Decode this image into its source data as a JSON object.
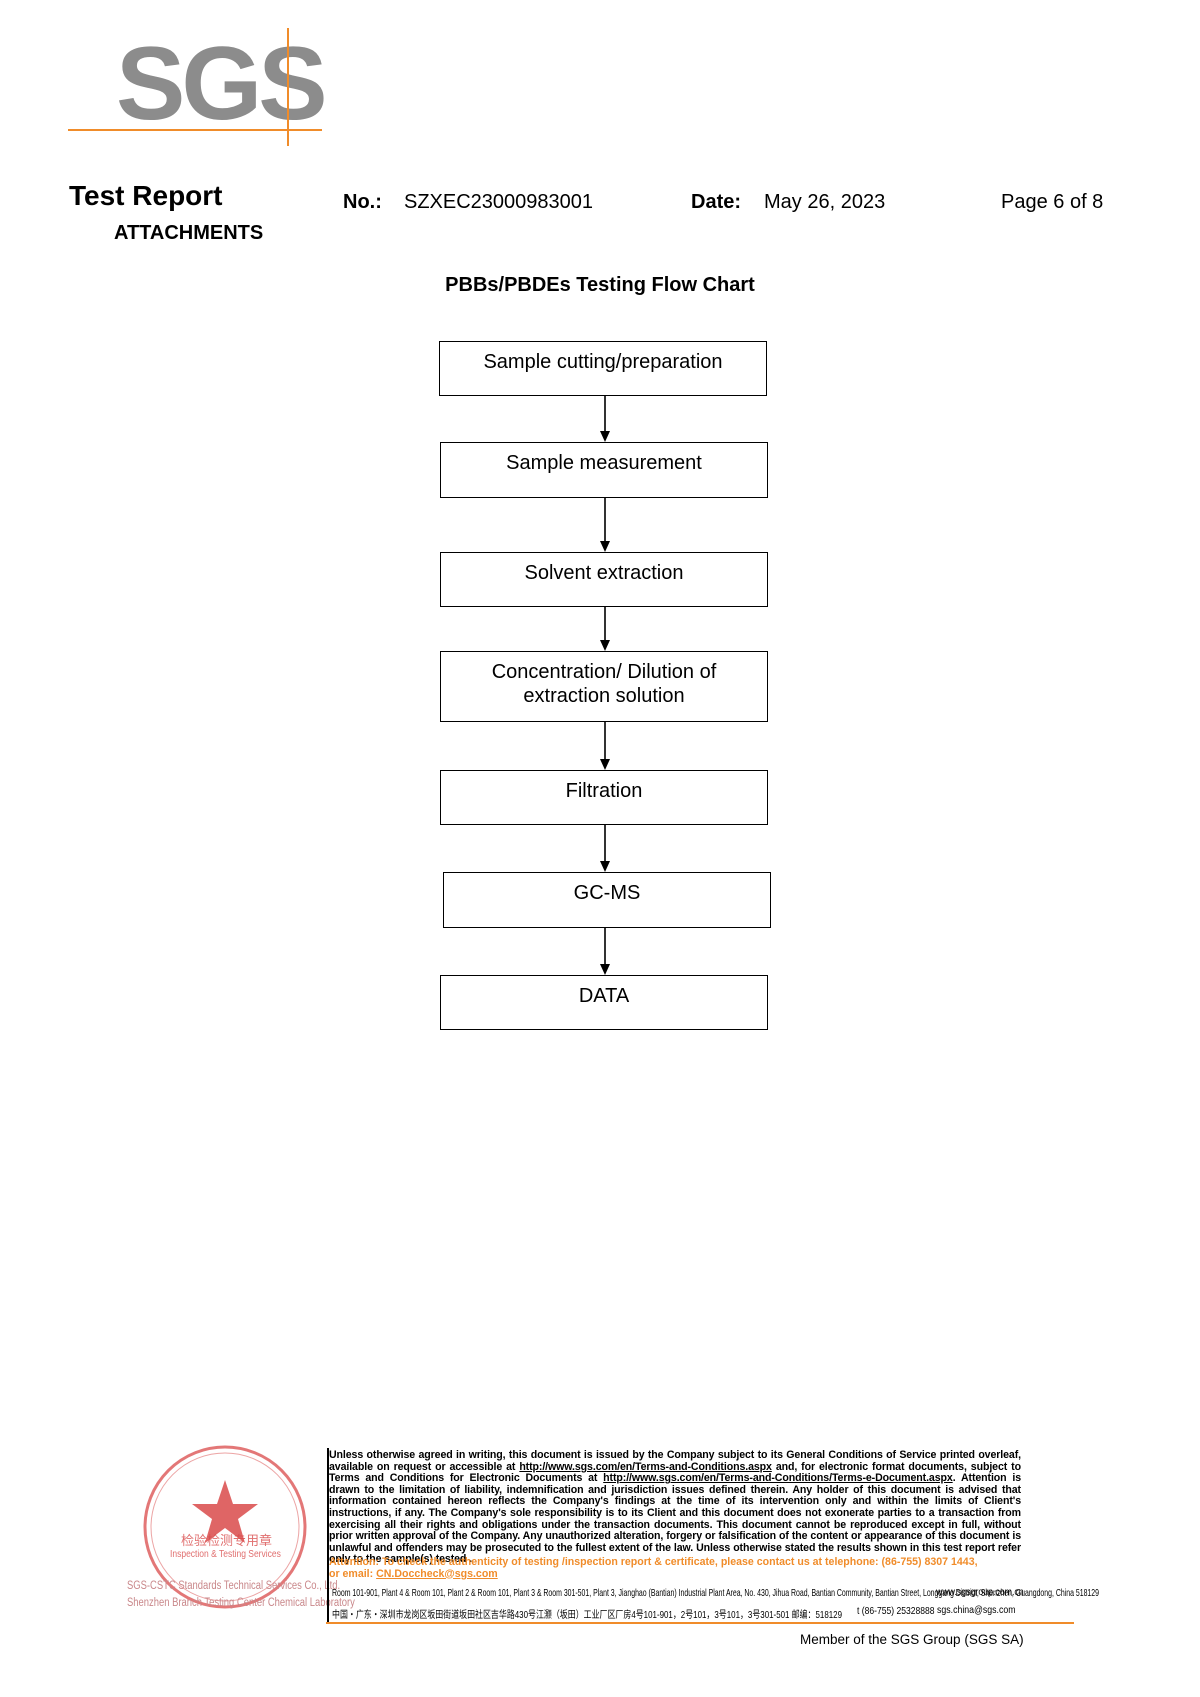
{
  "logo": {
    "text": "SGS",
    "brand_color": "#8c8c8c",
    "accent_color": "#f08c2a"
  },
  "header": {
    "title": "Test Report",
    "subtitle": "ATTACHMENTS",
    "no_label": "No.:",
    "no_value": "SZXEC23000983001",
    "date_label": "Date:",
    "date_value": "May 26, 2023",
    "page": "Page 6 of 8"
  },
  "flowchart": {
    "title": "PBBs/PBDEs Testing Flow Chart",
    "steps": [
      [
        "Sample cutting/preparation"
      ],
      [
        "Sample measurement"
      ],
      [
        "Solvent extraction"
      ],
      [
        "Concentration/ Dilution of",
        "extraction solution"
      ],
      [
        "Filtration"
      ],
      [
        "GC-MS"
      ],
      [
        "DATA"
      ]
    ]
  },
  "footer": {
    "seal_en_line1": "SGS-CSTC Standards Technical Services Co., Ltd.",
    "seal_en_line2": "Shenzhen Branch Testing Center Chemical Laboratory",
    "seal_cn_text": "检验检测专用章",
    "seal_inner_en": "Inspection & Testing Services",
    "disclaimer_1": "Unless otherwise agreed in writing, this document is issued by the Company subject to its General Conditions of Service printed overleaf, available on request or accessible at ",
    "disclaimer_link1": "http://www.sgs.com/en/Terms-and-Conditions.aspx",
    "disclaimer_2": " and, for electronic format documents, subject to Terms and Conditions for Electronic Documents at ",
    "disclaimer_link2": "http://www.sgs.com/en/Terms-and-Conditions/Terms-e-Document.aspx",
    "disclaimer_3": ". Attention is drawn to the limitation of liability, indemnification and jurisdiction issues defined therein. Any holder of this document is advised that information contained hereon reflects the Company's findings at the time of its intervention only and within the limits of Client's instructions, if any. The Company's sole responsibility is to its Client and this document does not exonerate parties to a transaction from exercising all their rights and obligations under the transaction documents. This document cannot be reproduced except in full, without prior written approval of the Company. Any unauthorized alteration, forgery or falsification of the content or appearance of this document is unlawful and offenders may be prosecuted to the fullest extent of the law. Unless otherwise stated the results shown in this test report refer only to the sample(s) tested .",
    "attention_line1": "Attention: To check the authenticity of testing /inspection report & certificate, please contact us at telephone: (86-755) 8307 1443,",
    "attention_line2_prefix": "or email: ",
    "attention_email": "CN.Doccheck@sgs.com",
    "address_en": "Room 101-901, Plant 4 & Room 101, Plant 2 & Room 101, Plant 3 & Room 301-501, Plant 3, Jianghao (Bantian) Industrial Plant Area, No. 430, Jihua Road, Bantian Community, Bantian Street, Longgang District, Shenzhen, Guangdong, China 518129",
    "website": "www.sgsgroup.com.cn",
    "address_cn": "中国・广东・深圳市龙岗区坂田街道坂田社区吉华路430号江灏（坂田）工业厂区厂房4号101-901，2号101，3号101，3号301-501 邮编：518129",
    "telephone": "t (86-755) 25328888",
    "email": "sgs.china@sgs.com",
    "member": "Member of the SGS Group (SGS SA)",
    "seal_color": "#d94a4a"
  }
}
